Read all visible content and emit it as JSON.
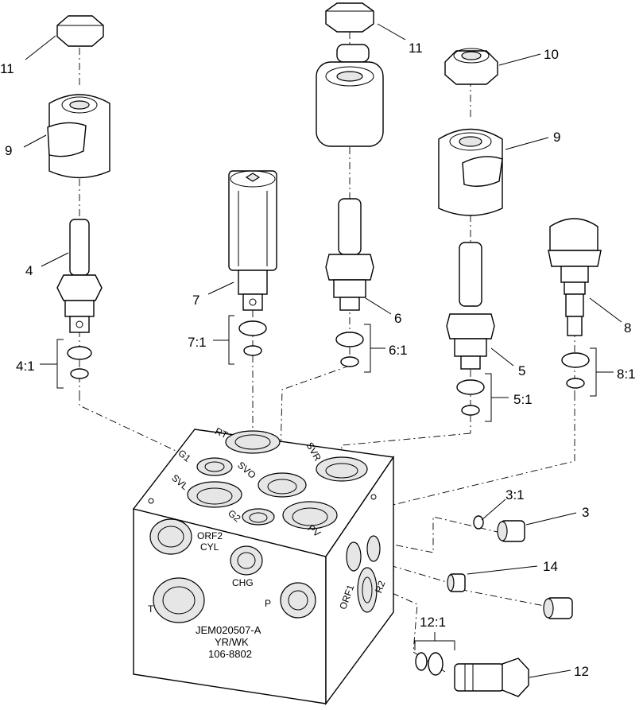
{
  "callouts": {
    "c11a": "11",
    "c11b": "11",
    "c10": "10",
    "c9a": "9",
    "c9b": "9",
    "c4": "4",
    "c7": "7",
    "c6": "6",
    "c5": "5",
    "c8": "8",
    "c41": "4:1",
    "c71": "7:1",
    "c61": "6:1",
    "c51": "5:1",
    "c81": "8:1",
    "c31": "3:1",
    "c3": "3",
    "c14": "14",
    "c121": "12:1",
    "c12": "12"
  },
  "ports": {
    "rt": "RT",
    "g1": "G1",
    "svo": "SVO",
    "svr": "SVR",
    "svl": "SVL",
    "g2": "G2",
    "pv": "PV",
    "orf2": "ORF2",
    "cyl": "CYL",
    "chg": "CHG",
    "t": "T",
    "p": "P",
    "orf1": "ORF1",
    "r2": "R2"
  },
  "stamp": {
    "line1": "JEM020507-A",
    "line2": "YR/WK",
    "line3": "106-8802"
  }
}
